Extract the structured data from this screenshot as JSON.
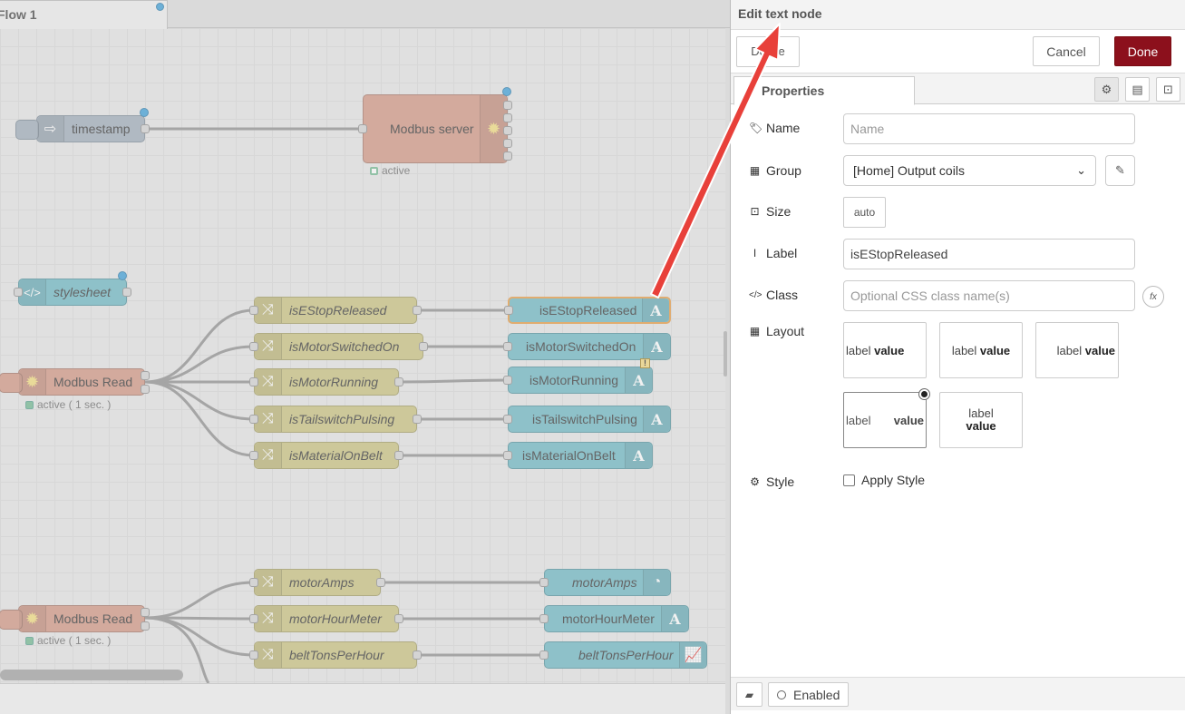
{
  "workspace": {
    "tab_label": "Flow 1",
    "nodes": {
      "timestamp": "timestamp",
      "modbus_server": "Modbus server",
      "modbus_server_status": "active",
      "stylesheet": "stylesheet",
      "modbus_read_1": "Modbus Read",
      "modbus_read_1_status": "active ( 1 sec. )",
      "modbus_read_2": "Modbus Read",
      "modbus_read_2_status": "active ( 1 sec. )",
      "switches": [
        "isEStopReleased",
        "isMotorSwitchedOn",
        "isMotorRunning",
        "isTailswitchPulsing",
        "isMaterialOnBelt"
      ],
      "texts": [
        "isEStopReleased",
        "isMotorSwitchedOn",
        "isMotorRunning",
        "isTailswitchPulsing",
        "isMaterialOnBelt"
      ],
      "switches2": [
        "motorAmps",
        "motorHourMeter",
        "beltTonsPerHour"
      ],
      "outputs2": [
        "motorAmps",
        "motorHourMeter",
        "beltTonsPerHour"
      ],
      "warning_badge": "!"
    }
  },
  "tray": {
    "title": "Edit text node",
    "delete_label": "Delete",
    "cancel_label": "Cancel",
    "done_label": "Done",
    "properties_tab": "Properties",
    "fields": {
      "name_label": "Name",
      "name_placeholder": "Name",
      "group_label": "Group",
      "group_value": "[Home] Output coils",
      "size_label": "Size",
      "size_value": "auto",
      "label_label": "Label",
      "label_value": "isEStopReleased",
      "class_label": "Class",
      "class_placeholder": "Optional CSS class name(s)",
      "layout_label": "Layout",
      "style_label": "Style",
      "apply_style_label": "Apply Style"
    },
    "layout_options": [
      {
        "label": "label",
        "value": "value"
      },
      {
        "label": "label",
        "value": "value"
      },
      {
        "label": "label",
        "value": "value"
      },
      {
        "label": "label",
        "value": "value"
      },
      {
        "label": "label",
        "value": "value"
      }
    ],
    "selected_layout": 4,
    "footer": {
      "enabled_label": "Enabled"
    }
  },
  "colors": {
    "done": "#8c101c",
    "switch_node": "#cfc98b",
    "text_node": "#7bbfca",
    "modbus_node": "#d7a08f",
    "annotation_arrow": "#e8403a"
  }
}
